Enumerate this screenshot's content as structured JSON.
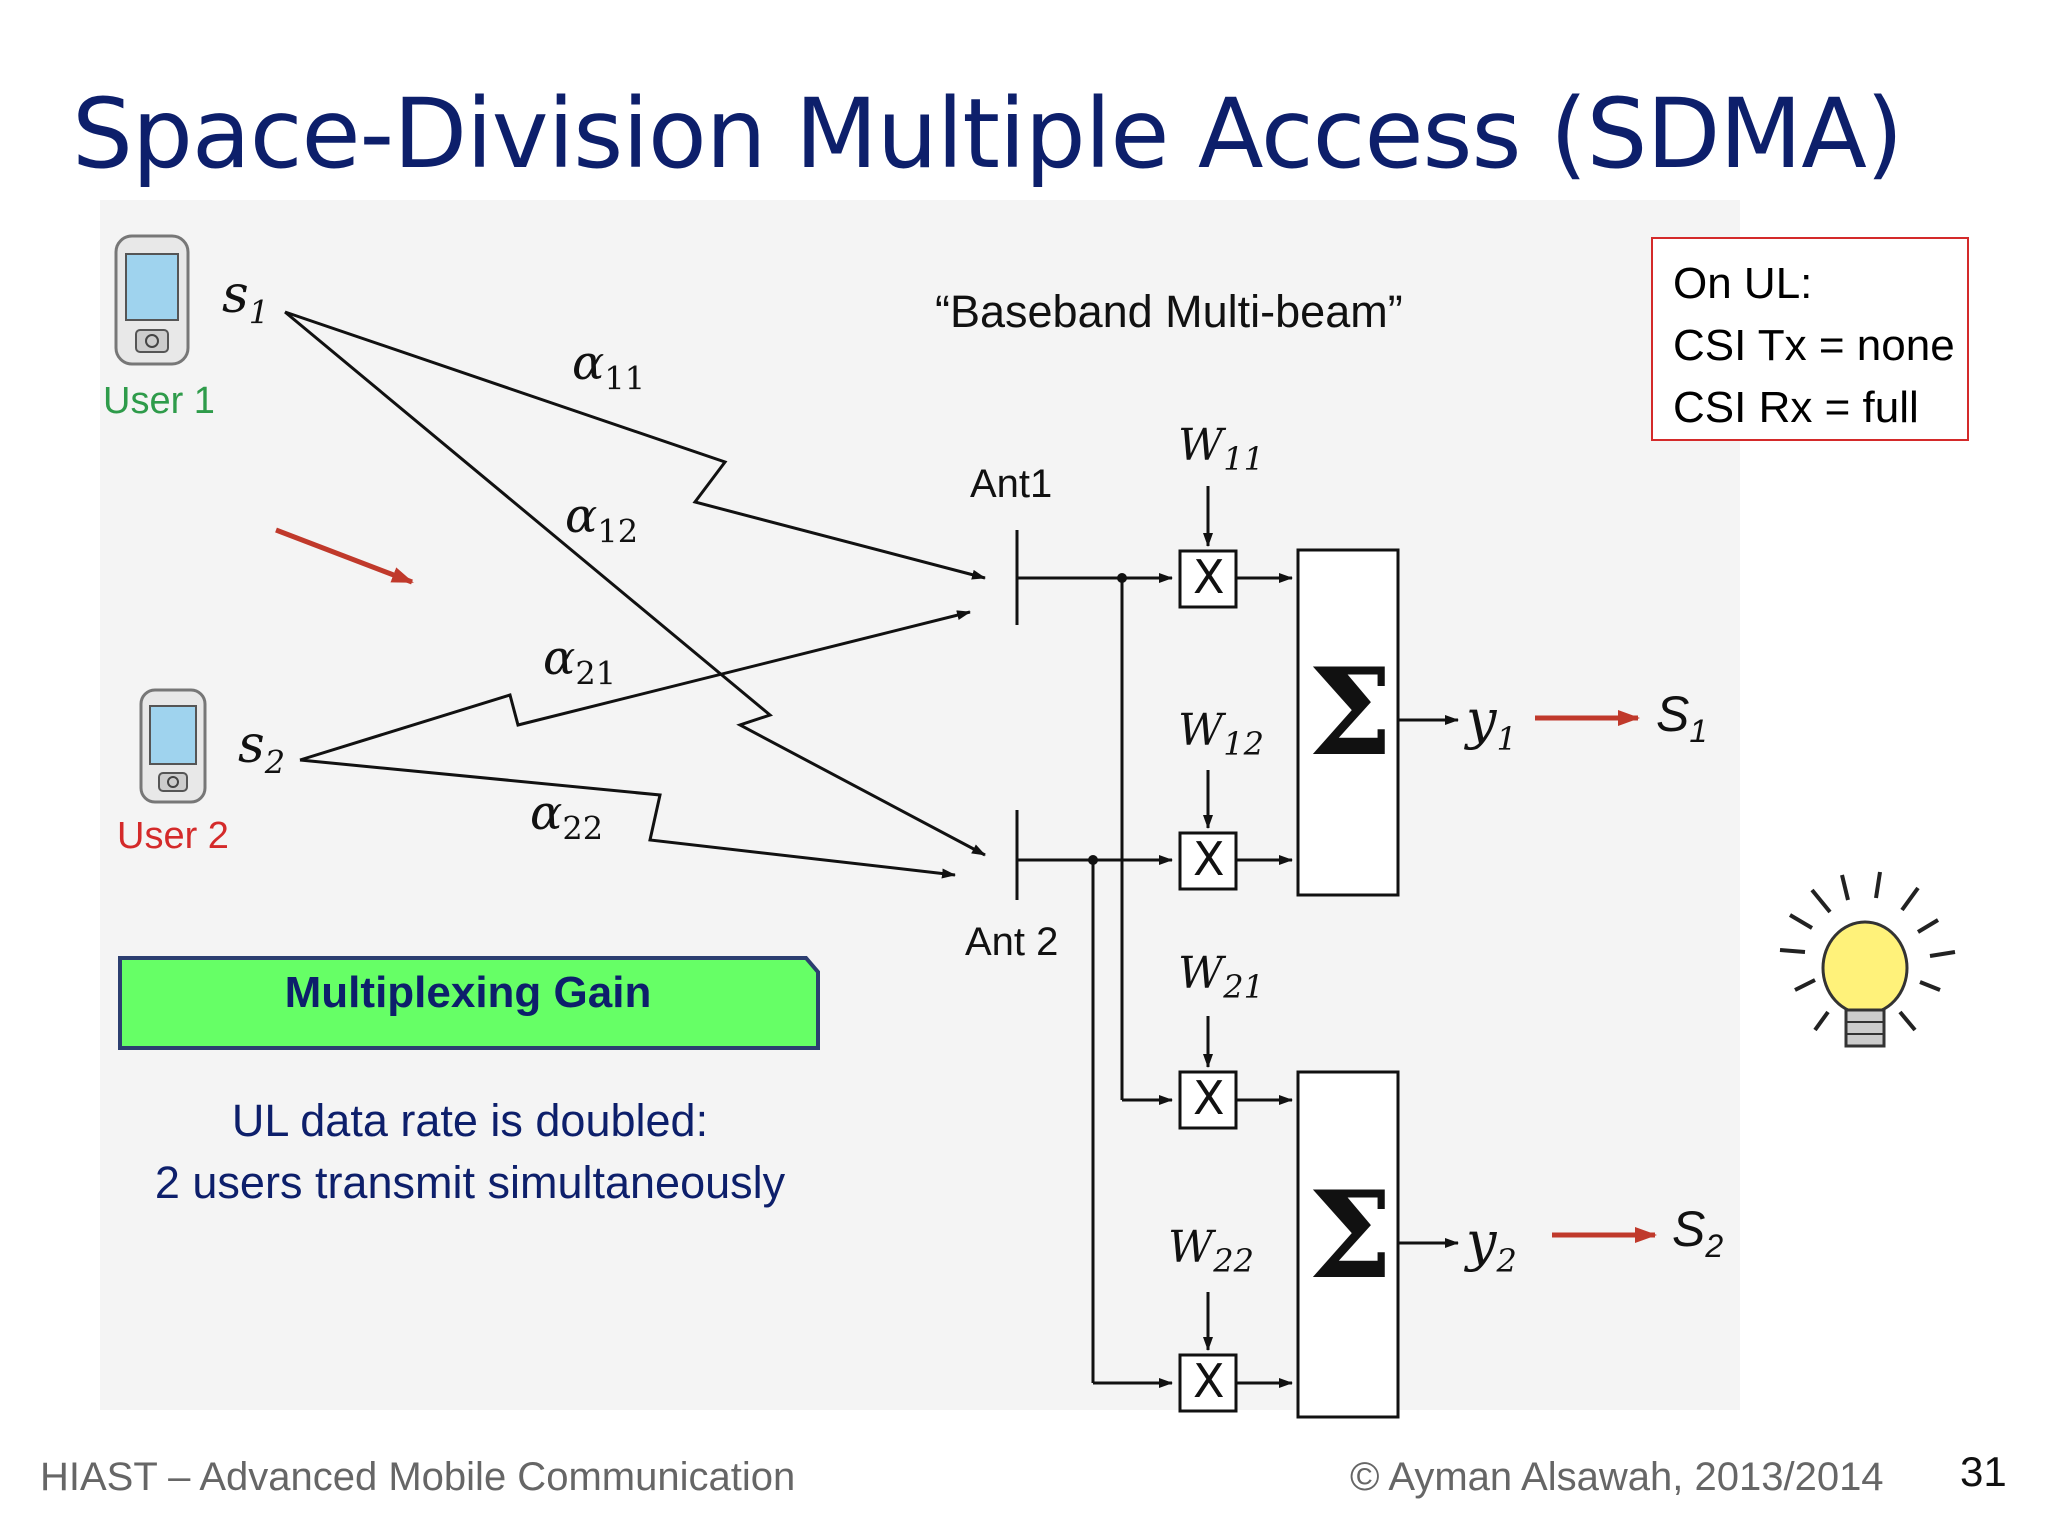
{
  "title": "Space-Division Multiple Access (SDMA)",
  "beam_label": "“Baseband Multi-beam”",
  "csi_box": {
    "line1": "On UL:",
    "line2": "CSI Tx = none",
    "line3": "CSI Rx = full"
  },
  "users": [
    {
      "label": "User 1",
      "signal": "s",
      "signal_sub": "1"
    },
    {
      "label": "User 2",
      "signal": "s",
      "signal_sub": "2"
    }
  ],
  "channels": [
    {
      "symbol": "α",
      "sub": "11"
    },
    {
      "symbol": "α",
      "sub": "12"
    },
    {
      "symbol": "α",
      "sub": "21"
    },
    {
      "symbol": "α",
      "sub": "22"
    }
  ],
  "antennas": [
    "Ant1",
    "Ant 2"
  ],
  "weights": [
    {
      "symbol": "W",
      "sub": "11"
    },
    {
      "symbol": "W",
      "sub": "12"
    },
    {
      "symbol": "W",
      "sub": "21"
    },
    {
      "symbol": "W",
      "sub": "22"
    }
  ],
  "multiplier_symbol": "X",
  "summer_symbol": "Σ",
  "outputs": [
    {
      "symbol": "y",
      "sub": "1",
      "estimate": "S",
      "estimate_sub": "1"
    },
    {
      "symbol": "y",
      "sub": "2",
      "estimate": "S",
      "estimate_sub": "2"
    }
  ],
  "multiplexing": {
    "label": "Multiplexing Gain",
    "line1": "UL data rate is doubled:",
    "line2": "2 users transmit simultaneously"
  },
  "footer": {
    "left": "HIAST  – Advanced Mobile Communication",
    "right": "© Ayman Alsawah, 2013/2014",
    "page": "31"
  },
  "colors": {
    "title": "#0d1f6b",
    "accent_red": "#d42a2a",
    "banner_green": "#66ff66",
    "user1": "#2e9b4a"
  },
  "icons": [
    "phone-icon",
    "lightbulb-icon",
    "red-arrow-icon"
  ]
}
